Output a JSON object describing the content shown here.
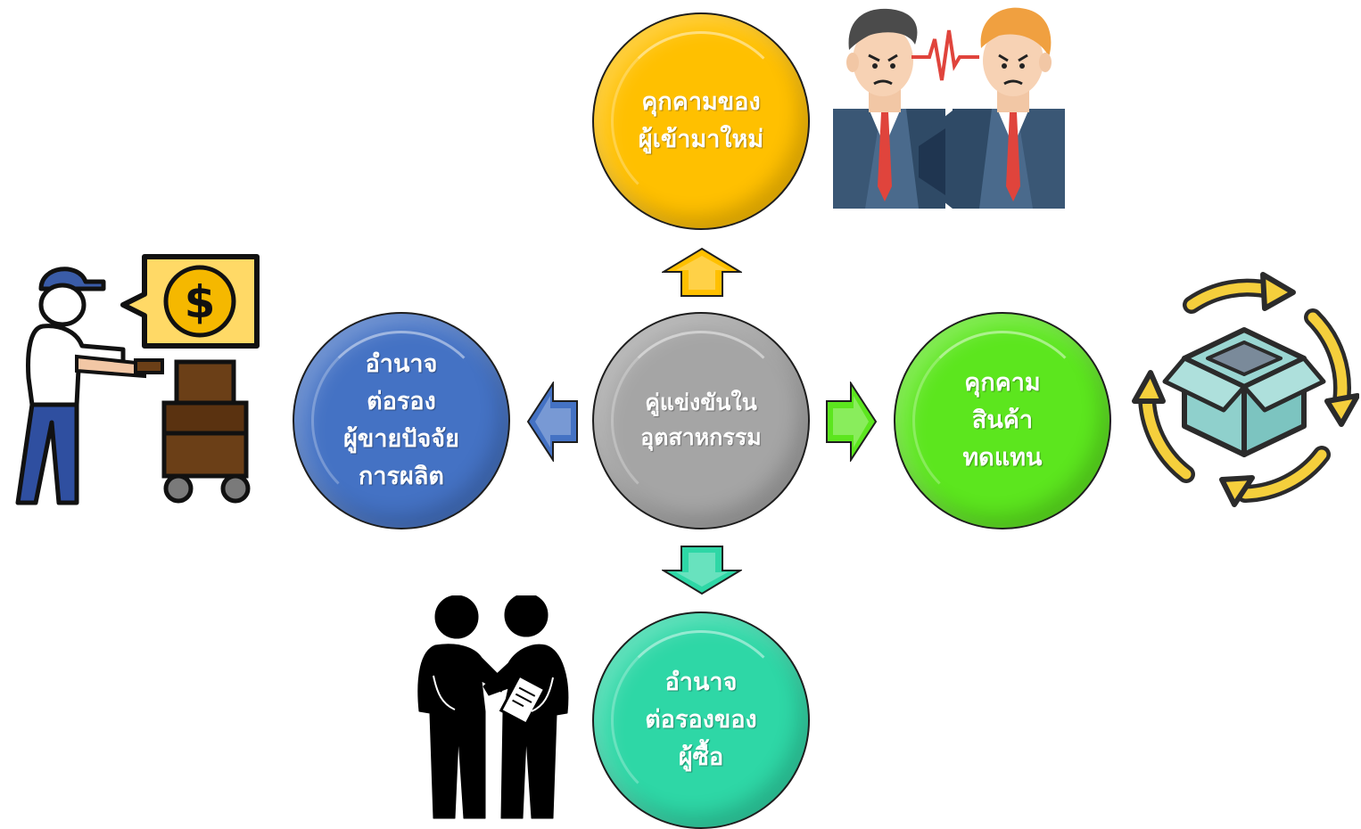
{
  "nodes": {
    "top": {
      "lines": [
        "คุกคามของ",
        "ผู้เข้ามาใหม่"
      ],
      "color": "#ffc000"
    },
    "center": {
      "lines": [
        "คู่แข่งขันใน",
        "อุตสาหกรรม"
      ],
      "color": "#a5a5a5"
    },
    "left": {
      "lines": [
        "อำนาจ",
        "ต่อรอง",
        "ผู้ขายปัจจัย",
        "การผลิต"
      ],
      "color": "#4472c4"
    },
    "right": {
      "lines": [
        "คุกคาม",
        "สินค้า",
        "ทดแทน"
      ],
      "color": "#5ce61e"
    },
    "bottom": {
      "lines": [
        "อำนาจ",
        "ต่อรองของ",
        "ผู้ซื้อ"
      ],
      "color": "#2ed7a6"
    }
  },
  "arrows": {
    "up": {
      "color": "#ffc000"
    },
    "left": {
      "color": "#4472c4"
    },
    "right": {
      "color": "#5ce61e"
    },
    "down": {
      "color": "#2ed7a6"
    }
  },
  "illustrations": [
    "competing-businessmen-icon",
    "supplier-with-cart-icon",
    "product-cycle-icon",
    "handshake-icon"
  ]
}
